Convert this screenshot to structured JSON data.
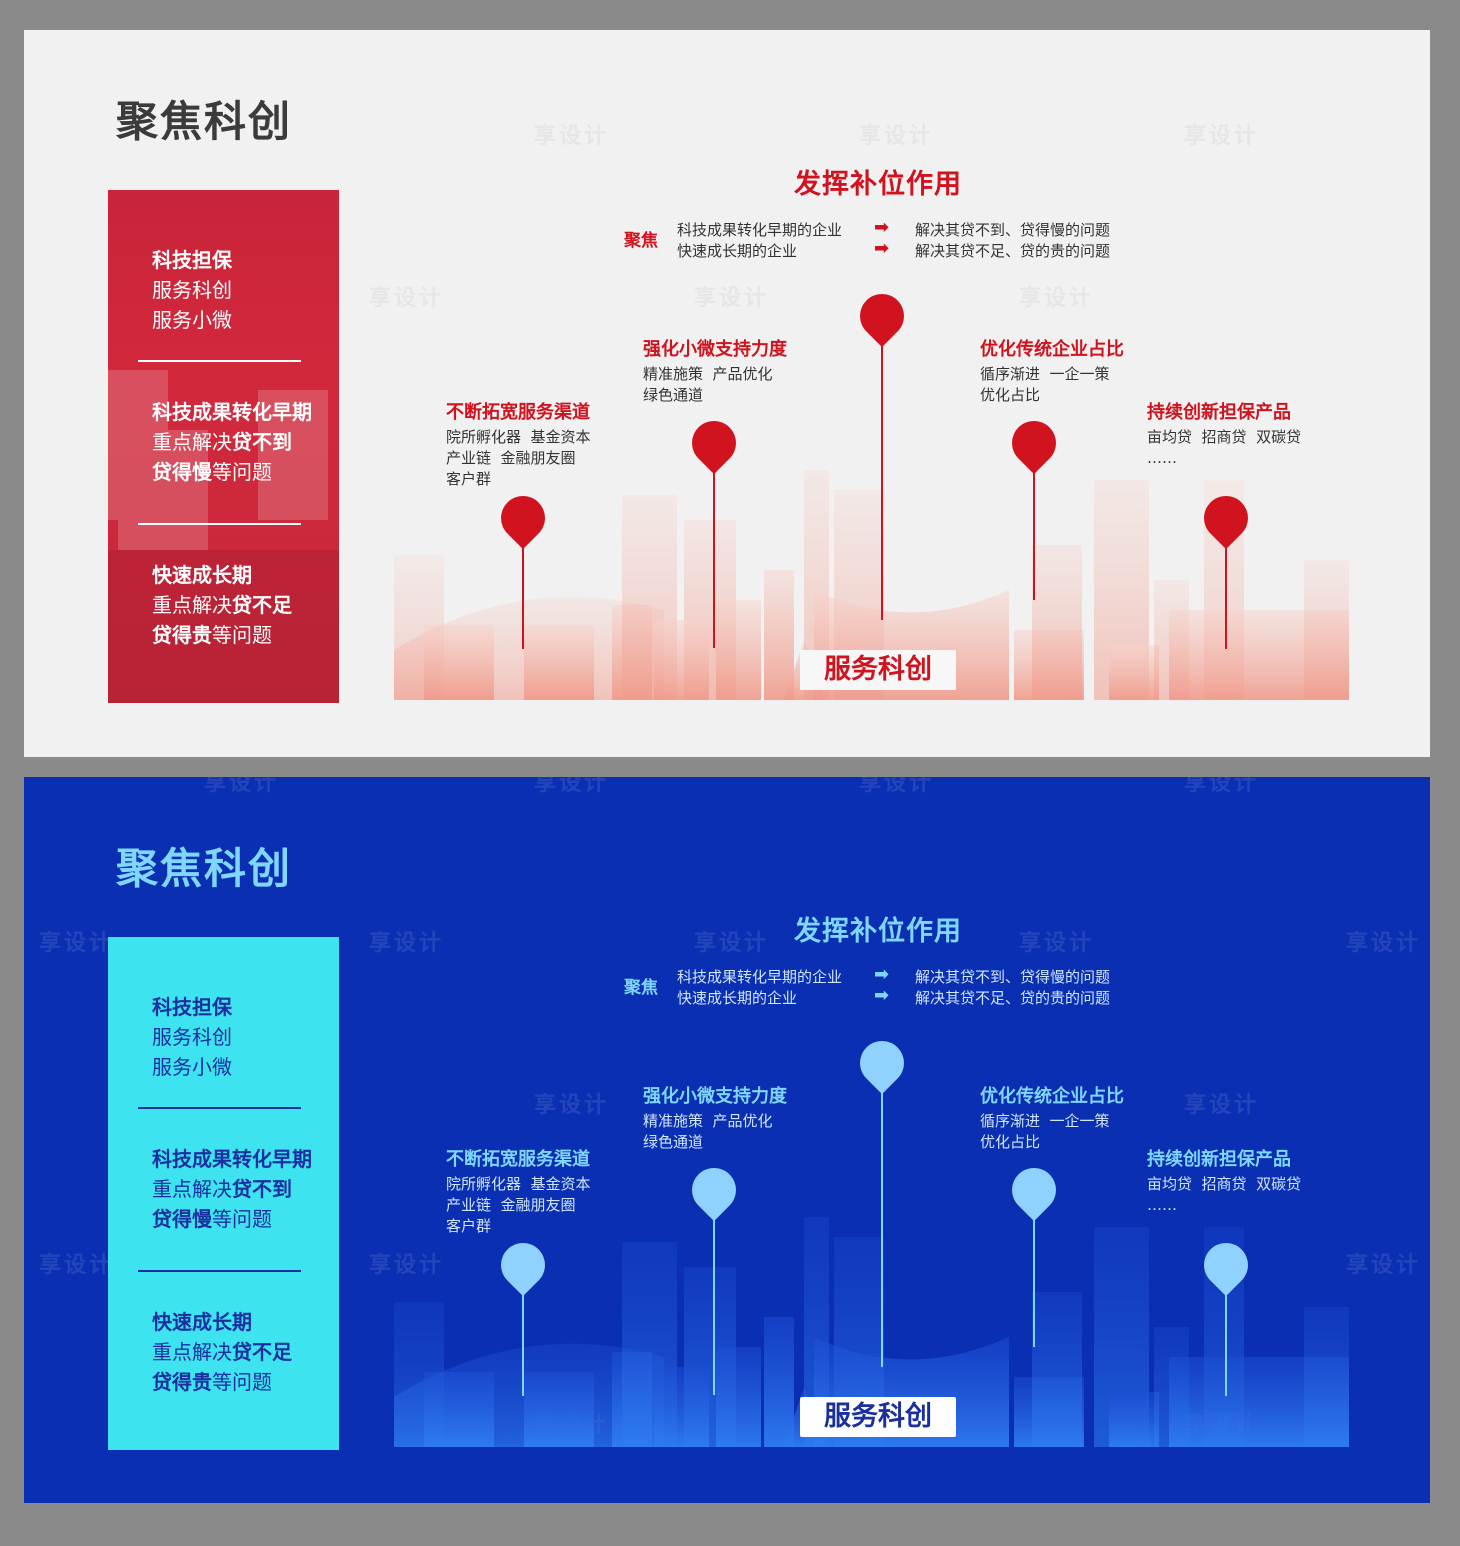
{
  "boards": [
    {
      "theme": "red"
    },
    {
      "theme": "blue"
    }
  ],
  "title": "聚焦科创",
  "side": {
    "g1_l1": "科技担保",
    "g1_l2": "服务科创",
    "g1_l3": "服务小微",
    "g2_l1": "科技成果转化早期",
    "g2_l2a": "重点解决",
    "g2_l2b": "贷不到",
    "g2_l3a": "贷得慢",
    "g2_l3b": "等问题",
    "g3_l1": "快速成长期",
    "g3_l2a": "重点解决",
    "g3_l2b": "贷不足",
    "g3_l3a": "贷得贵",
    "g3_l3b": "等问题"
  },
  "heading": "发挥补位作用",
  "focus": {
    "label": "聚焦",
    "row1_left": "科技成果转化早期的企业",
    "row1_right": "解决其贷不到、贷得慢的问题",
    "row2_left": "快速成长期的企业",
    "row2_right": "解决其贷不足、贷的贵的问题",
    "arrow": "➡"
  },
  "callouts": {
    "c1_title": "不断拓宽服务渠道",
    "c1_text": "院所孵化器  基金资本\n产业链  金融朋友圈\n客户群",
    "c2_title": "强化小微支持力度",
    "c2_text": "精准施策  产品优化\n绿色通道",
    "c3_title": "优化传统企业占比",
    "c3_text": "循序渐进  一企一策\n优化占比",
    "c4_title": "持续创新担保产品",
    "c4_text": "亩均贷  招商贷  双碳贷\n……"
  },
  "service": "服务科创",
  "watermark": "享设计",
  "colors": {
    "red_accent": "#d0131f",
    "blue_bg": "#0a2fb3",
    "blue_accent": "#7fd6ff",
    "cyan_panel": "#3de3ef"
  }
}
